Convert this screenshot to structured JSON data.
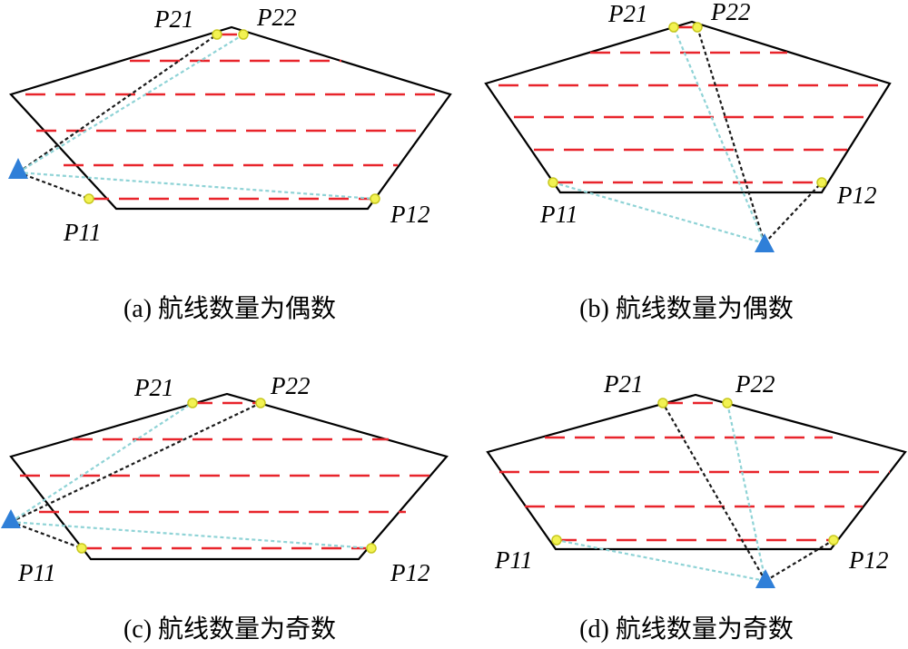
{
  "colors": {
    "outline": "#000000",
    "route": "#e8242b",
    "black_path": "#1a1a1a",
    "cyan_path": "#8fd3d6",
    "waypoint_fill": "#f2f252",
    "waypoint_stroke": "#c8c820",
    "start_marker": "#2f7fd8"
  },
  "icons": {
    "start": "triangle-start-icon",
    "waypoint": "circle-waypoint-icon"
  },
  "panels": [
    {
      "id": "a",
      "caption": "(a) 航线数量为偶数",
      "labels": {
        "P11": "P11",
        "P12": "P12",
        "P21": "P21",
        "P22": "P22"
      }
    },
    {
      "id": "b",
      "caption": "(b) 航线数量为偶数",
      "labels": {
        "P11": "P11",
        "P12": "P12",
        "P21": "P21",
        "P22": "P22"
      }
    },
    {
      "id": "c",
      "caption": "(c) 航线数量为奇数",
      "labels": {
        "P11": "P11",
        "P12": "P12",
        "P21": "P21",
        "P22": "P22"
      }
    },
    {
      "id": "d",
      "caption": "(d) 航线数量为奇数",
      "labels": {
        "P11": "P11",
        "P12": "P12",
        "P21": "P21",
        "P22": "P22"
      }
    }
  ]
}
